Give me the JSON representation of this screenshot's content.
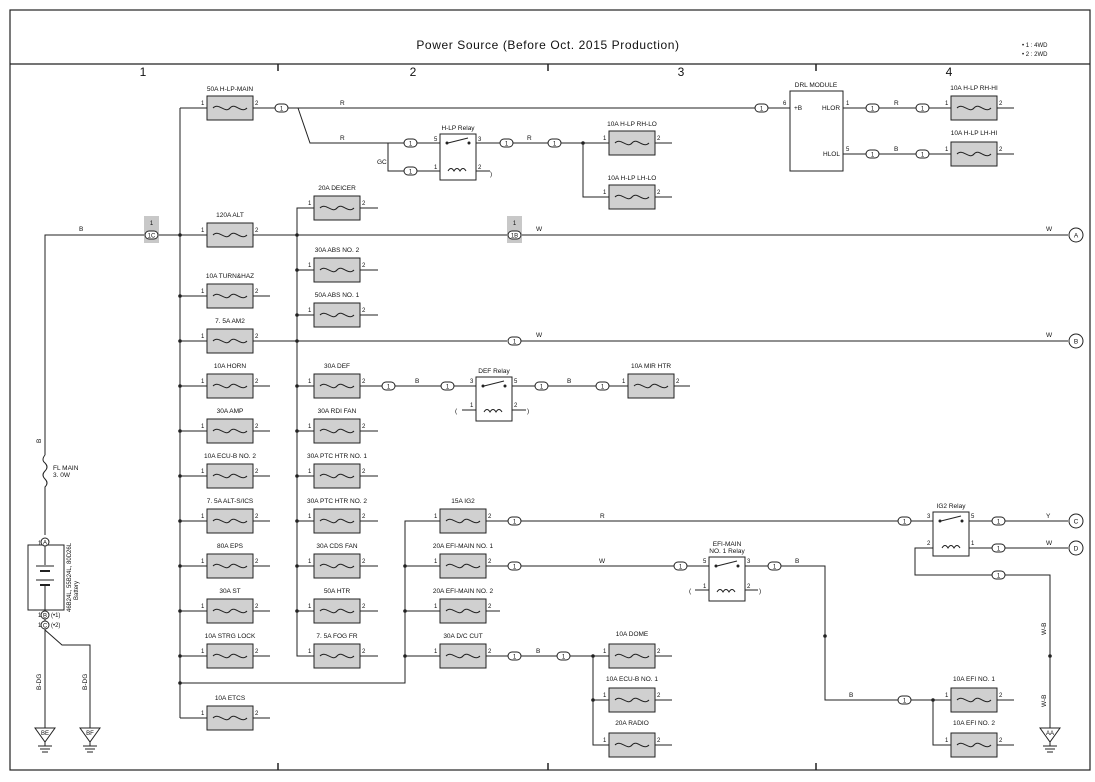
{
  "title": "Power Source (Before Oct.  2015 Production)",
  "notes": [
    "• 1 : 4WD",
    "• 2 : 2WD"
  ],
  "zones": [
    "1",
    "2",
    "3",
    "4"
  ],
  "fuses": {
    "f_hlp_main": "50A H-LP-MAIN",
    "f_alt": "120A ALT",
    "f_turn": "10A TURN&HAZ",
    "f_am2": "7. 5A AM2",
    "f_horn": "10A HORN",
    "f_amp": "30A AMP",
    "f_ecub2": "10A ECU-B NO. 2",
    "f_altsics": "7. 5A ALT-S/ICS",
    "f_eps": "80A EPS",
    "f_st": "30A ST",
    "f_strg": "10A STRG LOCK",
    "f_etcs": "10A ETCS",
    "f_deicer": "20A DEICER",
    "f_abs2": "30A ABS NO. 2",
    "f_abs1": "50A ABS NO. 1",
    "f_def": "30A DEF",
    "f_rdi": "30A RDI FAN",
    "f_ptc1": "30A PTC HTR NO. 1",
    "f_ptc2": "30A PTC HTR NO. 2",
    "f_cds": "30A CDS FAN",
    "f_htr": "50A HTR",
    "f_fog": "7. 5A FOG FR",
    "f_ig2": "15A IG2",
    "f_efi1main": "20A EFI-MAIN NO. 1",
    "f_efi2main": "20A EFI-MAIN NO. 2",
    "f_dccut": "30A D/C CUT",
    "f_dome": "10A DOME",
    "f_ecub1": "10A ECU-B NO. 1",
    "f_radio": "20A RADIO",
    "f_rhlo": "10A H-LP RH-LO",
    "f_lhlo": "10A H-LP LH-LO",
    "f_mirhtr": "10A MIR HTR",
    "f_rhhi": "10A H-LP RH-HI",
    "f_lhhi": "10A H-LP LH-HI",
    "f_efi1": "10A EFI NO. 1",
    "f_efi2": "10A EFI NO. 2"
  },
  "relays": {
    "hlp": "H-LP Relay",
    "def": "DEF Relay",
    "efi_l1": "EFI-MAIN",
    "efi_l2": "NO. 1 Relay",
    "ig2": "IG2 Relay"
  },
  "drl": {
    "name": "DRL MODULE",
    "b": "+B",
    "hlor": "HLOR",
    "hlol": "HLOL"
  },
  "fl_main": {
    "l1": "FL MAIN",
    "l2": "3. 0W"
  },
  "battery": {
    "l1": "46B24L, 55B24L, 80D26L",
    "l2": "Battery",
    "p1": "1",
    "p2": "1",
    "p3": "1",
    "c1": "A",
    "c2": "B",
    "c3": "C",
    "n2": "(•1)",
    "n3": "(•2)"
  },
  "wire_colors": {
    "R": "R",
    "B": "B",
    "W": "W",
    "Y": "Y",
    "WB": "W-B",
    "BDG": "B-DG",
    "GC": "GC"
  },
  "connectors": {
    "c1": "1",
    "c1c": "1C",
    "c1b": "1B",
    "pin1": "1"
  },
  "offpage": [
    "A",
    "B",
    "C",
    "D"
  ],
  "grounds": [
    "BE",
    "BF",
    "AA"
  ],
  "pins": {
    "p1": "1",
    "p2": "2",
    "p3": "3",
    "p5": "5",
    "p6": "6"
  },
  "colors": {
    "fuse_fill": "#d0d0d0",
    "line": "#222222"
  }
}
